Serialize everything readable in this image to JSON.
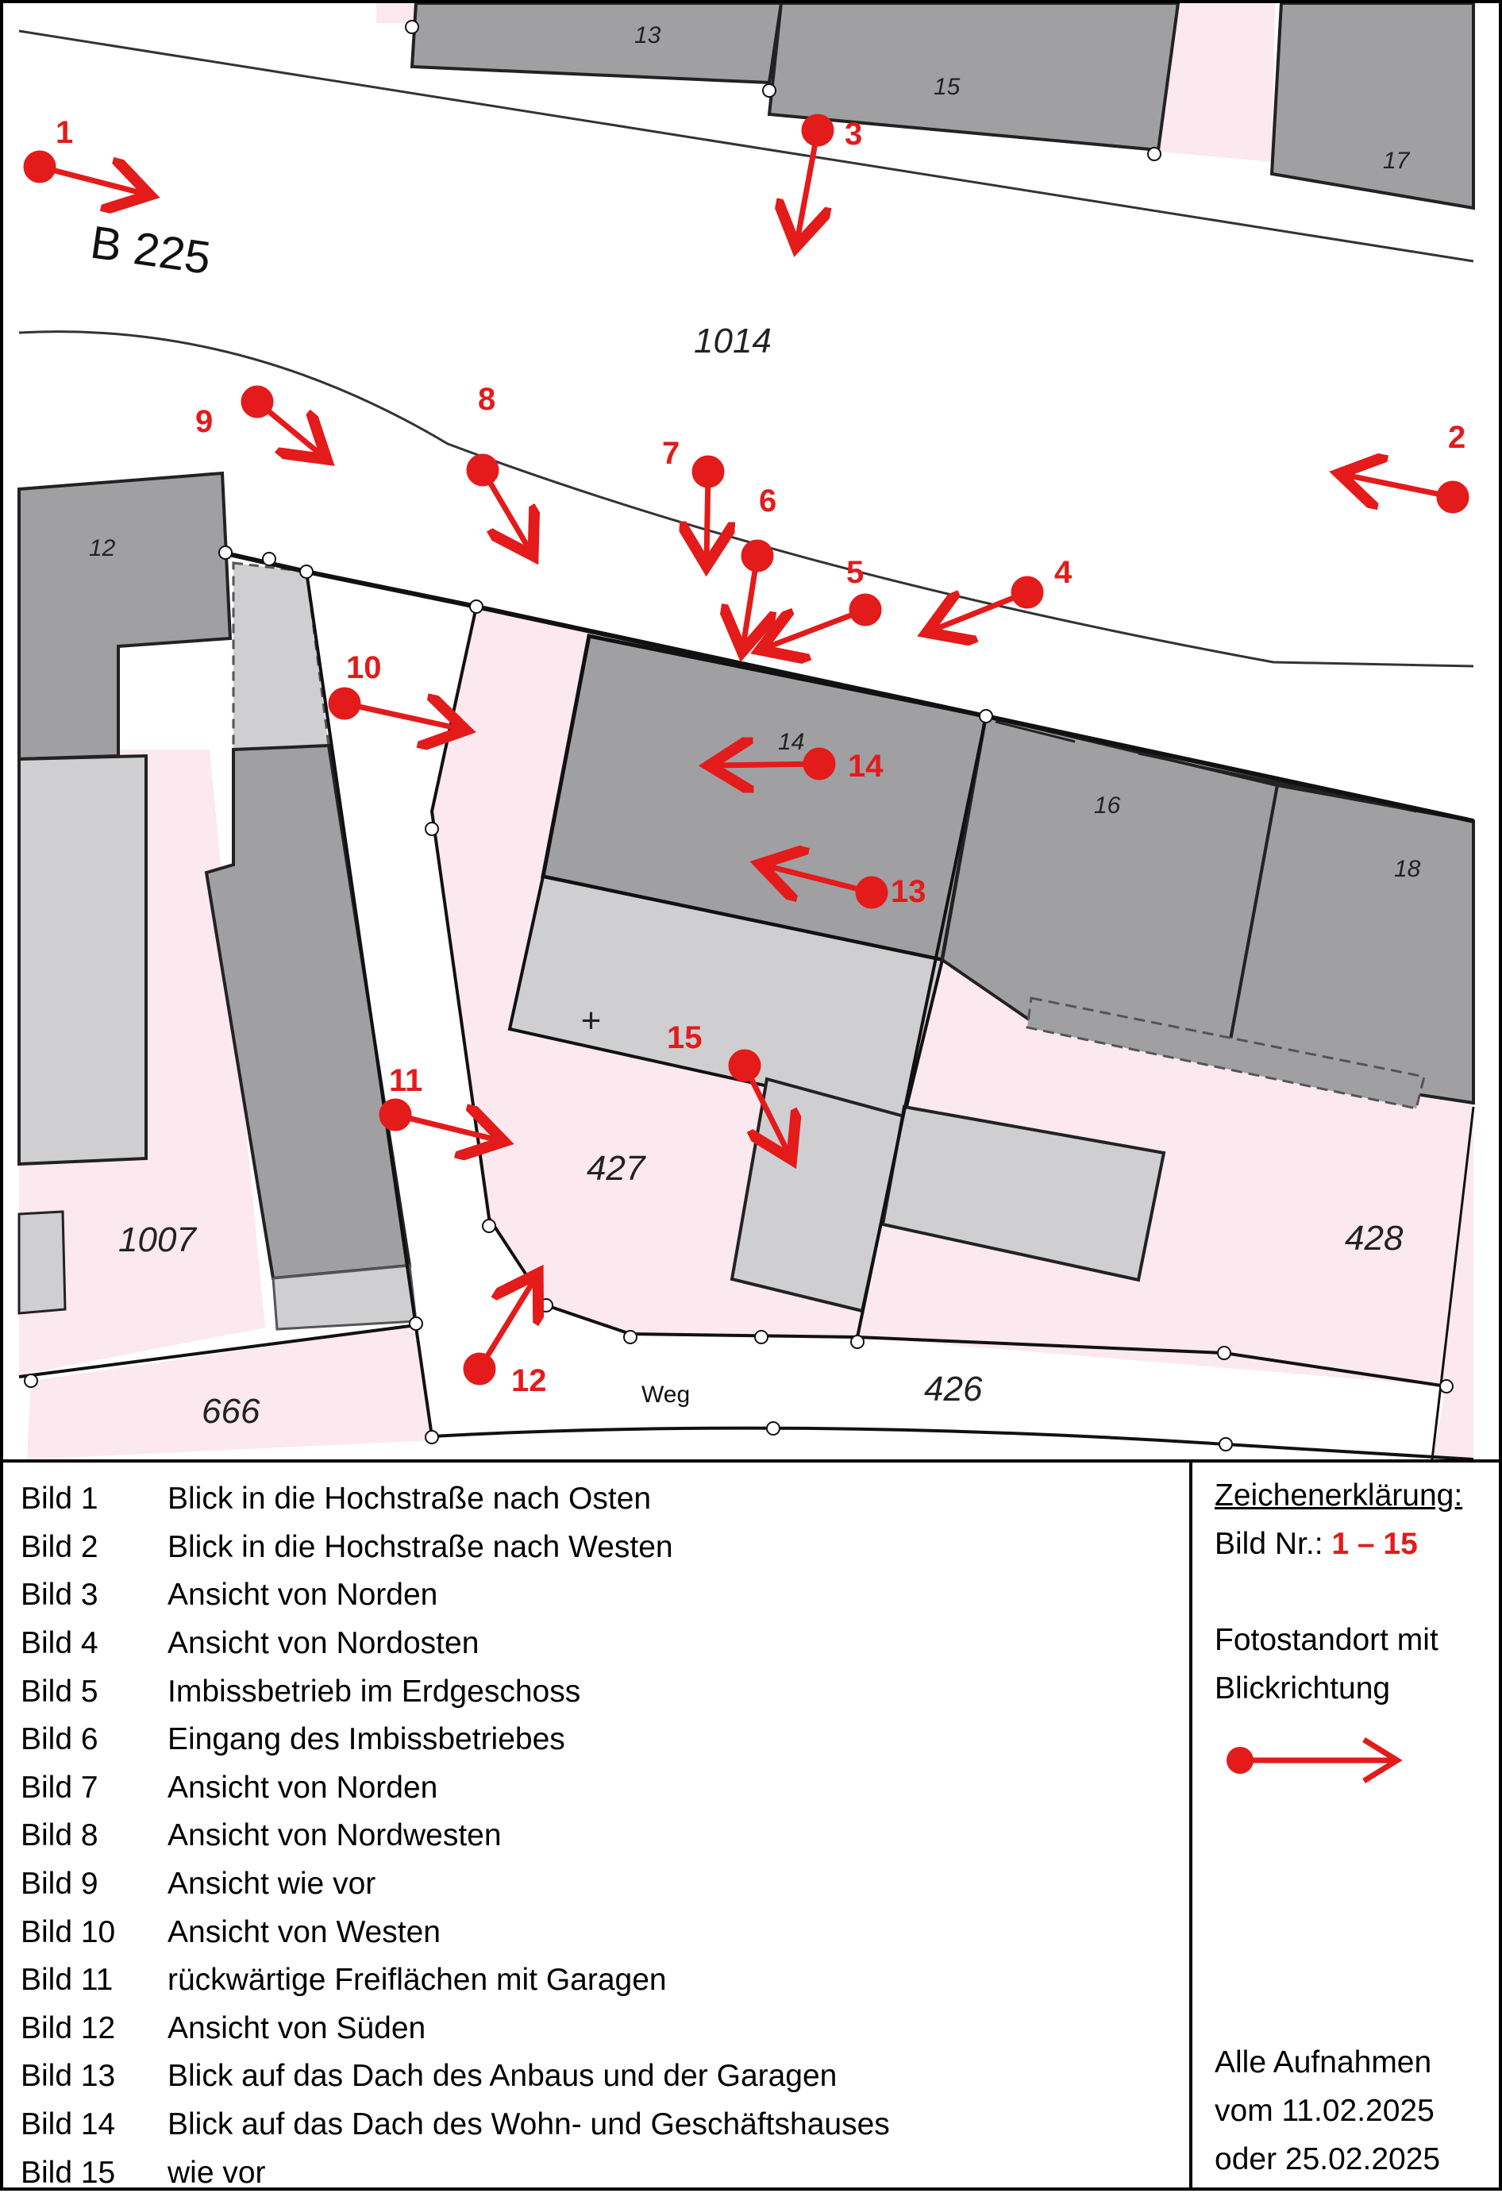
{
  "map": {
    "road_label": "B 225",
    "weg_label": "Weg",
    "parcel_labels": [
      "1014",
      "427",
      "428",
      "1007",
      "666",
      "426"
    ],
    "house_numbers": [
      "13",
      "15",
      "17",
      "12",
      "14",
      "16",
      "18"
    ],
    "photo_points": [
      {
        "label": "1"
      },
      {
        "label": "2"
      },
      {
        "label": "3"
      },
      {
        "label": "4"
      },
      {
        "label": "5"
      },
      {
        "label": "6"
      },
      {
        "label": "7"
      },
      {
        "label": "8"
      },
      {
        "label": "9"
      },
      {
        "label": "10"
      },
      {
        "label": "11"
      },
      {
        "label": "12"
      },
      {
        "label": "13"
      },
      {
        "label": "14"
      },
      {
        "label": "15"
      }
    ],
    "colors": {
      "building": "#a0a0a2",
      "annex": "#cfcfd1",
      "parcel": "#fce8ef",
      "arrow": "#e31b1b"
    }
  },
  "legend": {
    "rows": [
      {
        "num": "Bild 1",
        "text": "Blick in die Hochstraße nach Osten"
      },
      {
        "num": "Bild 2",
        "text": "Blick in die Hochstraße nach Westen"
      },
      {
        "num": "Bild 3",
        "text": "Ansicht von Norden"
      },
      {
        "num": "Bild 4",
        "text": "Ansicht von Nordosten"
      },
      {
        "num": "Bild 5",
        "text": "Imbissbetrieb im Erdgeschoss"
      },
      {
        "num": "Bild 6",
        "text": "Eingang des Imbissbetriebes"
      },
      {
        "num": "Bild 7",
        "text": "Ansicht von Norden"
      },
      {
        "num": "Bild 8",
        "text": "Ansicht von Nordwesten"
      },
      {
        "num": "Bild 9",
        "text": "Ansicht wie vor"
      },
      {
        "num": "Bild 10",
        "text": "Ansicht von Westen"
      },
      {
        "num": "Bild 11",
        "text": "rückwärtige Freiflächen mit Garagen"
      },
      {
        "num": "Bild 12",
        "text": "Ansicht von Süden"
      },
      {
        "num": "Bild 13",
        "text": "Blick auf das Dach des Anbaus und der Garagen"
      },
      {
        "num": "Bild 14",
        "text": "Blick auf das Dach des Wohn- und Geschäftshauses"
      },
      {
        "num": "Bild 15",
        "text": "wie vor"
      }
    ],
    "key": {
      "title": "Zeichenerklärung:",
      "bild_prefix": "Bild Nr.: ",
      "range": "1 – 15",
      "desc_line1": "Fotostandort mit",
      "desc_line2": "Blickrichtung",
      "date_line1": "Alle Aufnahmen",
      "date_line2": "vom 11.02.2025",
      "date_line3": "oder 25.02.2025"
    }
  }
}
